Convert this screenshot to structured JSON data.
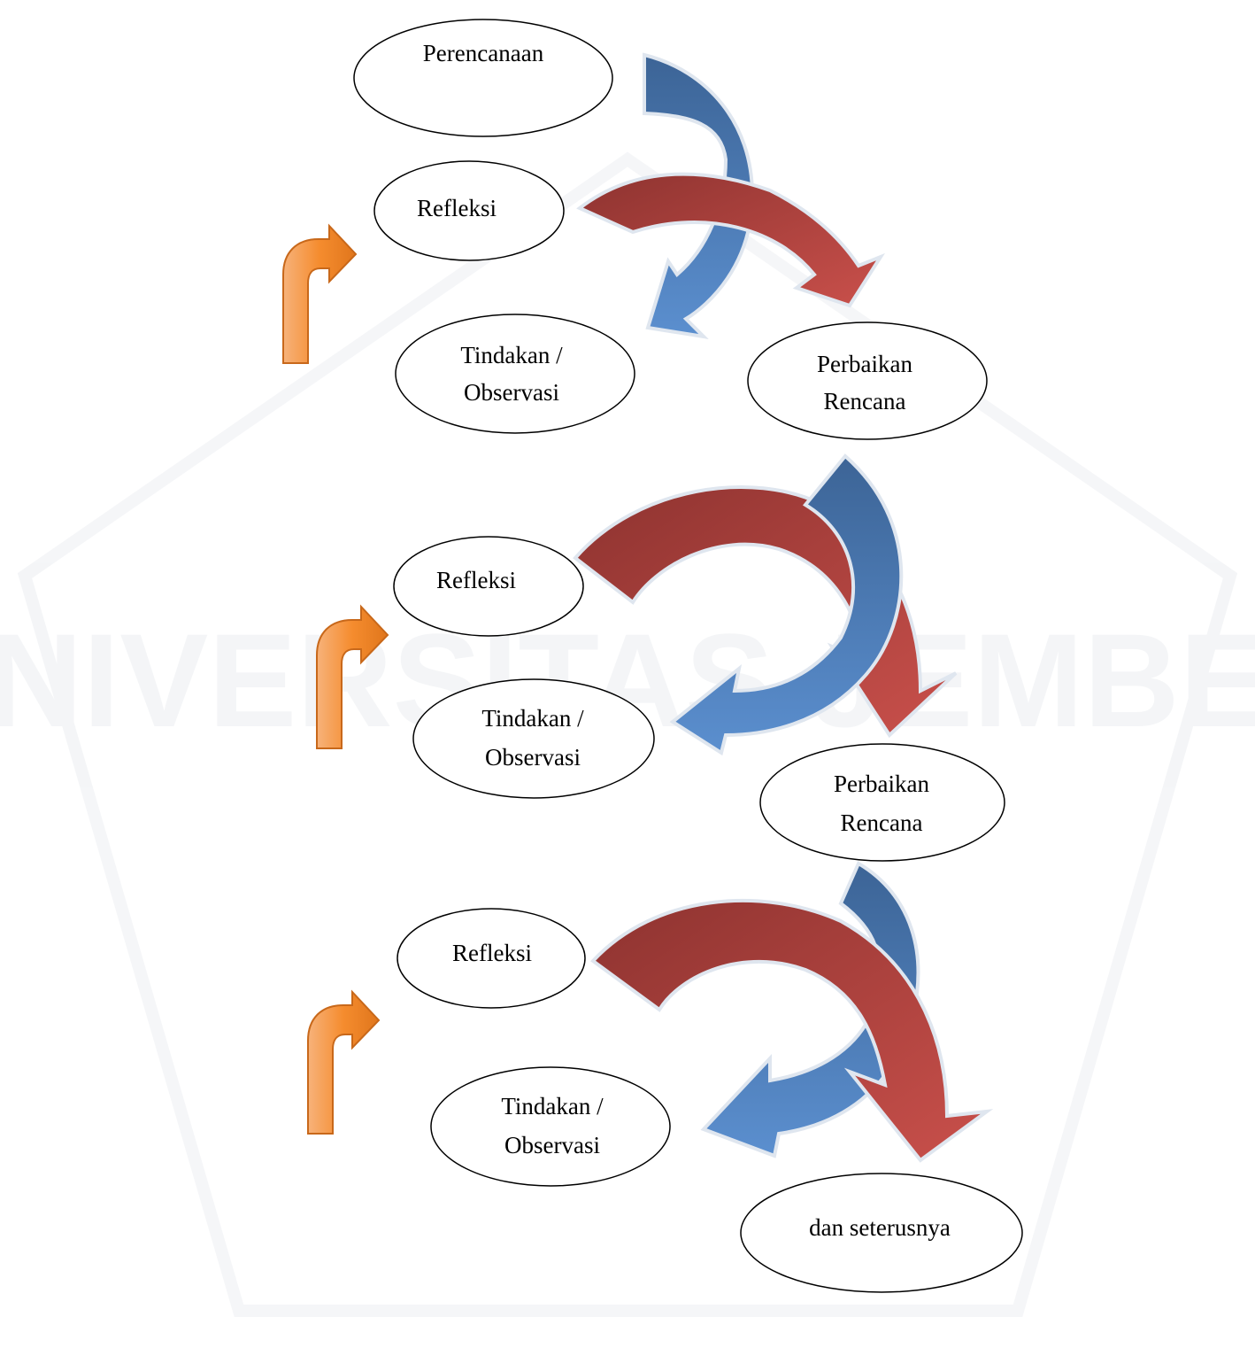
{
  "diagram": {
    "nodes": [
      {
        "id": "perencanaan",
        "lines": [
          "Perencanaan"
        ]
      },
      {
        "id": "refleksi-1",
        "lines": [
          "Refleksi"
        ]
      },
      {
        "id": "tindakan-1",
        "lines": [
          "Tindakan /",
          "Observasi"
        ]
      },
      {
        "id": "perbaikan-1",
        "lines": [
          "Perbaikan",
          "Rencana"
        ]
      },
      {
        "id": "refleksi-2",
        "lines": [
          "Refleksi"
        ]
      },
      {
        "id": "tindakan-2",
        "lines": [
          "Tindakan /",
          "Observasi"
        ]
      },
      {
        "id": "perbaikan-2",
        "lines": [
          "Perbaikan",
          "Rencana"
        ]
      },
      {
        "id": "refleksi-3",
        "lines": [
          "Refleksi"
        ]
      },
      {
        "id": "tindakan-3",
        "lines": [
          "Tindakan /",
          "Observasi"
        ]
      },
      {
        "id": "seterusnya",
        "lines": [
          "dan seterusnya"
        ]
      }
    ],
    "arrow_colors": {
      "blue": "#4a78b0",
      "blue_dark": "#2f5a8f",
      "red": "#a63d3a",
      "red_light": "#c9504b",
      "orange": "#f49a4c",
      "orange_dark": "#d67020"
    },
    "watermark": "UNIVERSITAS JEMBER"
  }
}
